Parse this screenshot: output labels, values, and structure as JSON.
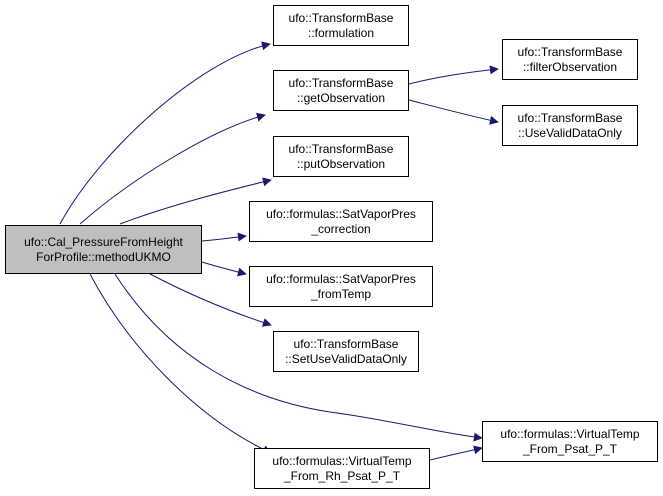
{
  "colors": {
    "edge": "#191970",
    "root_fill": "#bfbfbf",
    "node_fill": "#ffffff",
    "border": "#000000"
  },
  "nodes": {
    "root": {
      "line1": "ufo::Cal_PressureFromHeight",
      "line2": "ForProfile::methodUKMO"
    },
    "formulation": {
      "line1": "ufo::TransformBase",
      "line2": "::formulation"
    },
    "get_observation": {
      "line1": "ufo::TransformBase",
      "line2": "::getObservation"
    },
    "filter_observation": {
      "line1": "ufo::TransformBase",
      "line2": "::filterObservation"
    },
    "use_valid_data_only": {
      "line1": "ufo::TransformBase",
      "line2": "::UseValidDataOnly"
    },
    "put_observation": {
      "line1": "ufo::TransformBase",
      "line2": "::putObservation"
    },
    "sat_vapor_pres_correction": {
      "line1": "ufo::formulas::SatVaporPres",
      "line2": "_correction"
    },
    "sat_vapor_pres_from_temp": {
      "line1": "ufo::formulas::SatVaporPres",
      "line2": "_fromTemp"
    },
    "set_use_valid_data_only": {
      "line1": "ufo::TransformBase",
      "line2": "::SetUseValidDataOnly"
    },
    "virtual_temp_from_psat": {
      "line1": "ufo::formulas::VirtualTemp",
      "line2": "_From_Psat_P_T"
    },
    "virtual_temp_from_rh": {
      "line1": "ufo::formulas::VirtualTemp",
      "line2": "_From_Rh_Psat_P_T"
    }
  }
}
